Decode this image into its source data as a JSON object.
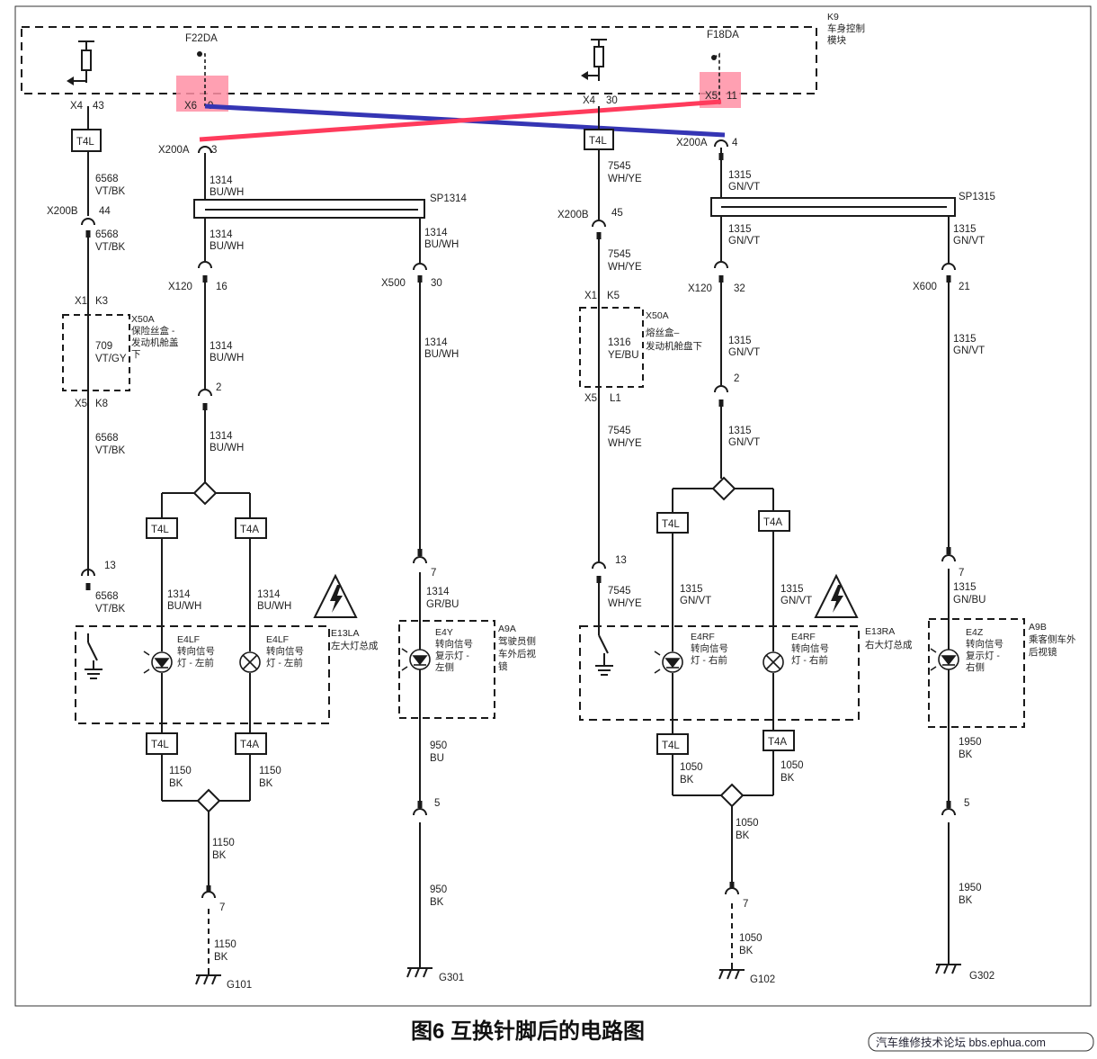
{
  "caption": "图6 互换针脚后的电路图",
  "watermark": "汽车维修技术论坛 bbs.ephua.com",
  "colors": {
    "red_wire": "#ff3b5c",
    "blue_wire": "#3535b4",
    "highlight": "#ff8fa5",
    "line": "#1a1a1a"
  },
  "module": {
    "code": "K9",
    "name_l1": "车身控制",
    "name_l2": "模块"
  },
  "texts": {
    "f22da": "F22DA",
    "f18da": "F18DA",
    "x4": "X4",
    "x4_pin_l": "43",
    "x4_pin_r": "30",
    "x6": "X6",
    "x6_pin": "9",
    "x5": "X5",
    "x5_pin": "11",
    "t4l": "T4L",
    "t4a": "T4A",
    "x200a": "X200A",
    "x200a_pin_l": "3",
    "x200a_pin_r": "4",
    "w6568": "6568",
    "vtbk": "VT/BK",
    "x200b": "X200B",
    "x200b_pin_l": "44",
    "x200b_pin_r": "45",
    "x1": "X1",
    "k3": "K3",
    "k5": "K5",
    "x50a": "X50A",
    "fuse_l_l1": "保险丝盒 -",
    "fuse_l_l2": "发动机舱盖",
    "fuse_l_l3": "下",
    "w709": "709",
    "vtgy": "VT/GY",
    "x5b": "X5",
    "k8": "K8",
    "l1": "L1",
    "w1314": "1314",
    "buwh": "BU/WH",
    "sp1314": "SP1314",
    "x120": "X120",
    "pin16": "16",
    "pin32": "32",
    "x500": "X500",
    "pin30": "30",
    "pin2": "2",
    "pin13": "13",
    "pin7": "7",
    "pin5": "5",
    "w7545": "7545",
    "whye": "WH/YE",
    "fuse_r_l1": "熔丝盒–",
    "fuse_r_l2": "发动机舱盘下",
    "w1316": "1316",
    "yebu": "YE/BU",
    "w1315": "1315",
    "gnvt": "GN/VT",
    "sp1315": "SP1315",
    "x600": "X600",
    "pin21": "21",
    "grbu": "GR/BU",
    "gnbu": "GN/BU",
    "e4lf": "E4LF",
    "e4rf": "E4RF",
    "e4y": "E4Y",
    "e4z": "E4Z",
    "turn_lamp": "转向信号",
    "lamp_lf": "灯 - 左前",
    "lamp_rf": "灯 - 右前",
    "rep_lamp": "复示灯 -",
    "side_l": "左侧",
    "side_r": "右侧",
    "e13la": "E13LA",
    "lh_assy": "左大灯总成",
    "e13ra": "E13RA",
    "rh_assy": "右大灯总成",
    "a9a": "A9A",
    "a9a_l1": "驾驶员侧",
    "a9a_l2": "车外后视",
    "a9a_l3": "镜",
    "a9b": "A9B",
    "a9b_l1": "乘客侧车外",
    "a9b_l2": "后视镜",
    "w1150": "1150",
    "bk": "BK",
    "w950": "950",
    "bu": "BU",
    "w1050": "1050",
    "w1950": "1950",
    "g101": "G101",
    "g301": "G301",
    "g102": "G102",
    "g302": "G302"
  }
}
